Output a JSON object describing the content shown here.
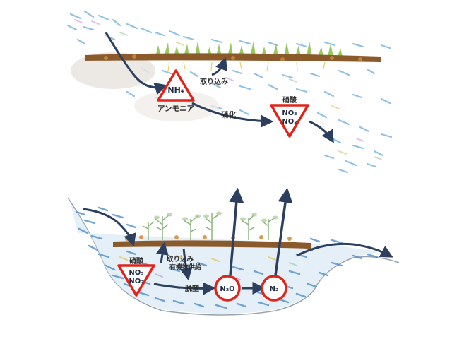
{
  "upper": {
    "ammonium_symbol": "NH₄",
    "ammonium_name": "アンモニア",
    "uptake_label": "取り込み",
    "nitrification_label": "硝化",
    "nitrate_name": "硝酸",
    "nitrate_symbol": "NO₃",
    "nitrite_symbol": "NO₂"
  },
  "lower": {
    "nitrate_name": "硝酸",
    "nitrate_symbol": "NO₃",
    "nitrite_symbol": "NO₂",
    "uptake_label": "取り込み",
    "organic_supply_label": "有機物供給",
    "denitrification_label": "脱窒",
    "n2o_symbol": "N₂O",
    "n2_symbol": "N₂"
  },
  "colors": {
    "triangle_outline": "#e0241b",
    "circle_outline": "#e0241b",
    "arrow": "#2d3f5e",
    "water": "#5aa0d8",
    "soil": "#8a5a2b",
    "grass": "#8cc44a"
  }
}
